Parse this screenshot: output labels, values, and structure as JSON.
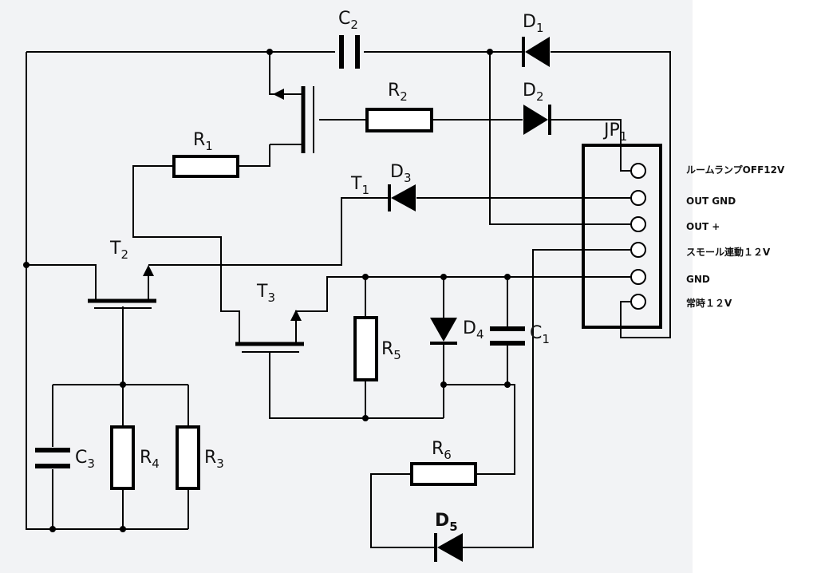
{
  "colors": {
    "background": "#f2f3f5",
    "wire": "#000000",
    "right_panel": "#ffffff"
  },
  "components": {
    "C1": {
      "base": "C",
      "sub": "1"
    },
    "C2": {
      "base": "C",
      "sub": "2"
    },
    "C3": {
      "base": "C",
      "sub": "3"
    },
    "R1": {
      "base": "R",
      "sub": "1"
    },
    "R2": {
      "base": "R",
      "sub": "2"
    },
    "R3": {
      "base": "R",
      "sub": "3"
    },
    "R4": {
      "base": "R",
      "sub": "4"
    },
    "R5": {
      "base": "R",
      "sub": "5"
    },
    "R6": {
      "base": "R",
      "sub": "6"
    },
    "D1": {
      "base": "D",
      "sub": "1"
    },
    "D2": {
      "base": "D",
      "sub": "2"
    },
    "D3": {
      "base": "D",
      "sub": "3"
    },
    "D4": {
      "base": "D",
      "sub": "4"
    },
    "D5": {
      "base": "D",
      "sub": "5"
    },
    "T1": {
      "base": "T",
      "sub": "1"
    },
    "T2": {
      "base": "T",
      "sub": "2"
    },
    "T3": {
      "base": "T",
      "sub": "3"
    },
    "JP1": {
      "base": "JP",
      "sub": "1"
    }
  },
  "connector": {
    "pins": [
      "ルームランプOFF12V",
      "OUT GND",
      "OUT +",
      "スモール連動１２V",
      "GND",
      "常時１２V"
    ]
  }
}
